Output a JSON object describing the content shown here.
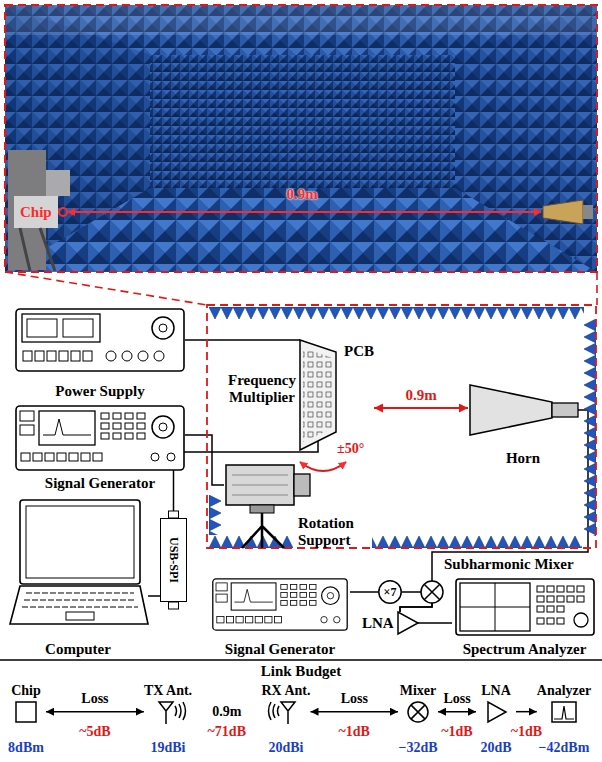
{
  "diagram": {
    "nodes": [
      {
        "text": [
          "Power Supply"
        ]
      },
      {
        "text": [
          "Frequency Multiplier"
        ]
      },
      {
        "text": [
          "PCB"
        ]
      },
      {
        "text": [
          "Horn"
        ]
      },
      {
        "text": [
          "Signal Generator"
        ]
      },
      {
        "text": [
          "Rotation Support"
        ]
      },
      {
        "text": [
          "Computer"
        ]
      },
      {
        "text": [
          "USB-SPI"
        ]
      },
      {
        "text": [
          "×7"
        ]
      },
      {
        "text": [
          "Signal Generator"
        ]
      },
      {
        "text": [
          "LNA"
        ]
      },
      {
        "text": [
          "Spectrum Analyzer"
        ]
      },
      {
        "text": [
          "Chip",
          "8dBm"
        ]
      },
      {
        "text": [
          "TX Ant.",
          "19dBi"
        ]
      },
      {
        "text": [
          "RX Ant.",
          "20dBi"
        ]
      },
      {
        "text": [
          "Mixer",
          "−32dB"
        ]
      },
      {
        "text": [
          "LNA",
          "20dB"
        ]
      },
      {
        "text": [
          "Analyzer",
          "−42dBm"
        ]
      }
    ],
    "edges": [
      {
        "from": 0,
        "to": 2,
        "arrow": "none"
      },
      {
        "from": 4,
        "to": 1,
        "arrow": "none"
      },
      {
        "from": 6,
        "to": 7,
        "arrow": "none"
      },
      {
        "from": 7,
        "to": 2,
        "arrow": "none"
      },
      {
        "from": 2,
        "to": 3,
        "label": "0.9m",
        "arrow": "both"
      },
      {
        "from": 3,
        "to": 10,
        "arrow": "none"
      },
      {
        "from": 9,
        "to": 8,
        "arrow": "none"
      },
      {
        "from": 8,
        "to": 10,
        "arrow": "none"
      },
      {
        "from": 10,
        "to": 11,
        "arrow": "none"
      },
      {
        "from": 12,
        "to": 13,
        "label": "Loss",
        "arrow": "both"
      },
      {
        "from": 14,
        "to": 15,
        "label": "Loss",
        "arrow": "both"
      },
      {
        "from": 15,
        "to": 16,
        "label": "Loss",
        "arrow": "both"
      },
      {
        "from": 16,
        "to": 17,
        "arrow": "to"
      }
    ],
    "labels": [
      "Chip",
      "0.9m",
      "±50°",
      "Subharmonic Mixer",
      "Link Budget",
      "0.9m",
      "~5dB",
      "~71dB",
      "~1dB",
      "~1dB",
      "~1dB"
    ]
  }
}
